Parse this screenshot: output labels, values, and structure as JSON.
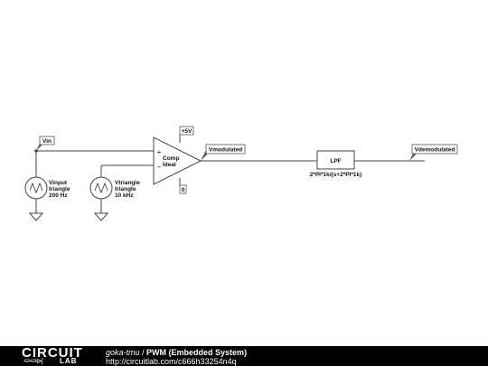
{
  "schematic": {
    "nodes": {
      "vin": "Vin",
      "vmodulated": "Vmodulated",
      "vdemodulated": "Vdemodulated",
      "supply": "+5V",
      "ground_ref": "0"
    },
    "source_input": {
      "name": "Vinput",
      "type": "triangle",
      "freq": "200 Hz"
    },
    "source_carrier": {
      "name": "Vtriangle",
      "type": "triangle",
      "freq": "10 kHz"
    },
    "comparator": {
      "label": "Comp",
      "sublabel": "Ideal",
      "plus": "+",
      "minus": "−"
    },
    "filter": {
      "label": "LPF",
      "transfer": "2*PI*1k/(s+2*PI*1k)"
    }
  },
  "footer": {
    "logo_top": "CIRCUIT",
    "logo_bottom": "LAB",
    "logo_symbol": "⏛⏛⊳|",
    "user": "goka-tmu",
    "separator": " / ",
    "title": "PWM (Embedded System)",
    "url": "http://circuitlab.com/c666h33254n4q"
  }
}
